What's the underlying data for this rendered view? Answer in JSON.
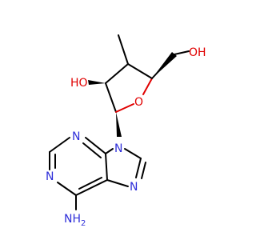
{
  "molecule": {
    "atoms": {
      "oh_ring": "HO",
      "ring_o": "O",
      "oh_chain": "OH",
      "n9": "N",
      "n3": "N",
      "n1": "N",
      "n7": "N",
      "nh2": "NH2"
    },
    "colors": {
      "carbon": "#000000",
      "nitrogen": "#2f2fd9",
      "oxygen": "#e00000"
    }
  }
}
